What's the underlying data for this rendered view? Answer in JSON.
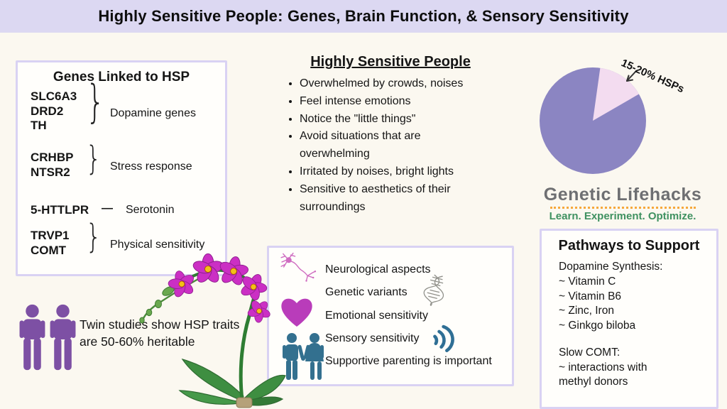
{
  "title": "Highly Sensitive People: Genes, Brain Function, & Sensory Sensitivity",
  "glyphs": {
    "brace": "}",
    "dash": "—"
  },
  "genes_box": {
    "title": "Genes Linked to HSP",
    "groups": [
      {
        "genes": [
          "SLC6A3",
          "DRD2",
          "TH"
        ],
        "label": "Dopamine genes"
      },
      {
        "genes": [
          "CRHBP",
          "NTSR2"
        ],
        "label": "Stress response"
      },
      {
        "genes": [
          "5-HTTLPR"
        ],
        "label": "Serotonin"
      },
      {
        "genes": [
          "TRVP1",
          "COMT"
        ],
        "label": "Physical sensitivity"
      }
    ]
  },
  "hsp_list": {
    "title": "Highly Sensitive People",
    "items": [
      "Overwhelmed by crowds, noises",
      "Feel intense emotions",
      "Notice the \"little things\"",
      "Avoid situations that are overwhelming",
      "Irritated by noises, bright lights",
      "Sensitive to aesthetics of their surroundings"
    ]
  },
  "pie": {
    "annotation": "15-20% HSPs"
  },
  "chart_data": {
    "type": "pie",
    "slices": [
      {
        "label": "15-20% HSPs",
        "value": 17.5,
        "color": "#f3dcf0"
      },
      {
        "label": "",
        "value": 82.5,
        "color": "#8b85c2"
      }
    ],
    "title": "",
    "legend_position": "none",
    "annotation": "15-20% HSPs"
  },
  "logo": {
    "name": "Genetic Lifehacks",
    "tagline": "Learn. Experiment. Optimize."
  },
  "aspects": {
    "items": [
      "Neurological aspects",
      "Genetic variants",
      "Emotional sensitivity",
      "Sensory sensitivity",
      "Supportive parenting is important"
    ]
  },
  "twins_note": "Twin studies show HSP traits are 50-60% heritable",
  "pathways_box": {
    "title": "Pathways to Support",
    "sections": [
      {
        "heading": "Dopamine Synthesis:",
        "items": [
          "~ Vitamin C",
          "~ Vitamin B6",
          "~ Zinc, Iron",
          "~ Ginkgo biloba"
        ]
      },
      {
        "heading": "Slow COMT:",
        "items": [
          "~ interactions with",
          "methyl donors"
        ]
      }
    ]
  },
  "colors": {
    "header_bg": "#dcd8f2",
    "page_bg": "#fbf8f0",
    "box_border": "#d9d2f3",
    "pie_purple": "#8b85c2",
    "pie_pink": "#f3dcf0",
    "logo_gray": "#6e6f72",
    "logo_green": "#3f9160",
    "logo_orange": "#f6a83c",
    "twins_purple": "#7d50a4",
    "heart_magenta": "#b93cba",
    "couple_blue": "#33708f",
    "neuron_pink": "#cf6cc0",
    "waves_blue": "#2f6f95",
    "orchid_magenta": "#cb2fc4",
    "orchid_green": "#2e7d32"
  }
}
